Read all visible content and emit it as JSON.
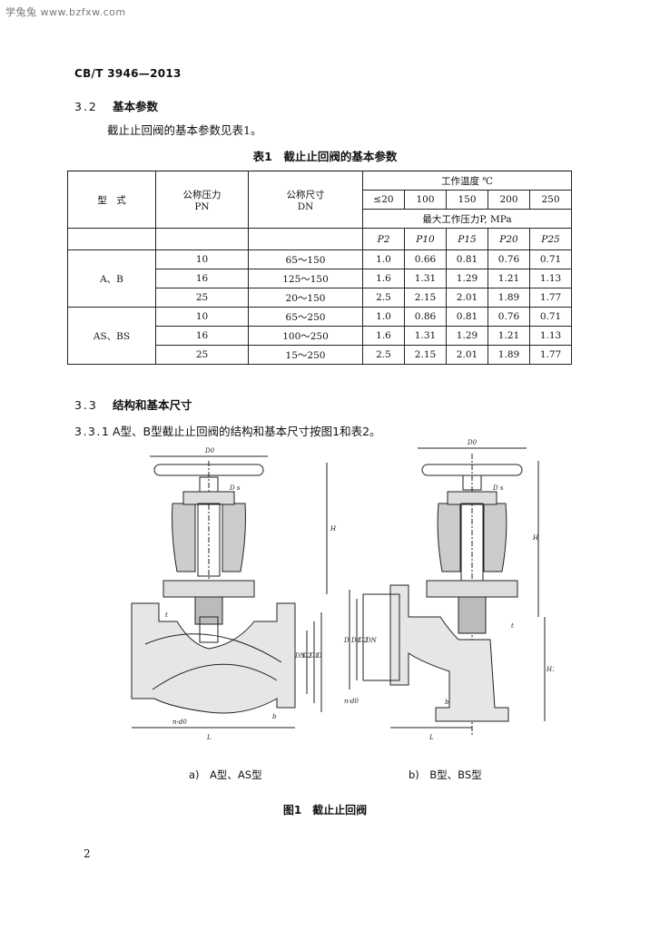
{
  "watermark": "学兔兔 www.bzfxw.com",
  "standard_code": "CB/T 3946—2013",
  "section_3_2": {
    "number": "3.2",
    "title": "基本参数"
  },
  "intro_text": "截止止回阀的基本参数见表1。",
  "table1": {
    "caption": "表1　截止止回阀的基本参数",
    "col_type": "型　式",
    "col_pn": [
      "公称压力",
      "PN"
    ],
    "col_dn": [
      "公称尺寸",
      "DN"
    ],
    "temp_header": "工作温度 ℃",
    "temps": [
      "≤20",
      "100",
      "150",
      "200",
      "250"
    ],
    "pressure_header": "最大工作压力P, MPa",
    "pressure_symbols": [
      "P2",
      "P10",
      "P15",
      "P20",
      "P25"
    ],
    "groups": [
      {
        "type": "A、B",
        "rows": [
          {
            "pn": "10",
            "dn": "65～150",
            "p": [
              "1.0",
              "0.66",
              "0.81",
              "0.76",
              "0.71"
            ]
          },
          {
            "pn": "16",
            "dn": "125～150",
            "p": [
              "1.6",
              "1.31",
              "1.29",
              "1.21",
              "1.13"
            ]
          },
          {
            "pn": "25",
            "dn": "20～150",
            "p": [
              "2.5",
              "2.15",
              "2.01",
              "1.89",
              "1.77"
            ]
          }
        ]
      },
      {
        "type": "AS、BS",
        "rows": [
          {
            "pn": "10",
            "dn": "65～250",
            "p": [
              "1.0",
              "0.86",
              "0.81",
              "0.76",
              "0.71"
            ]
          },
          {
            "pn": "16",
            "dn": "100～250",
            "p": [
              "1.6",
              "1.31",
              "1.29",
              "1.21",
              "1.13"
            ]
          },
          {
            "pn": "25",
            "dn": "15～250",
            "p": [
              "2.5",
              "2.15",
              "2.01",
              "1.89",
              "1.77"
            ]
          }
        ]
      }
    ]
  },
  "section_3_3": {
    "number": "3.3",
    "title": "结构和基本尺寸"
  },
  "section_3_3_1": {
    "number": "3.3.1",
    "text": "A型、B型截止止回阀的结构和基本尺寸按图1和表2。"
  },
  "figure": {
    "caption_a": "a)　A型、AS型",
    "caption_b": "b)　B型、BS型",
    "caption": "图1　截止止回阀",
    "labels_a": {
      "d0": "D0",
      "ds": "D s",
      "h": "H",
      "l": "L",
      "t": "t",
      "b": "b",
      "nd0": "n-d0",
      "dn": "DN",
      "d2": "D2",
      "d1": "D1",
      "d": "D"
    },
    "labels_b": {
      "d0": "D0",
      "ds": "D s",
      "h": "H",
      "h1": "H1",
      "l": "L",
      "t": "t",
      "b": "b",
      "nd0": "n-d0",
      "d": "D",
      "d1": "D1",
      "d2": "D2",
      "dn": "DN"
    }
  },
  "page_number": "2"
}
